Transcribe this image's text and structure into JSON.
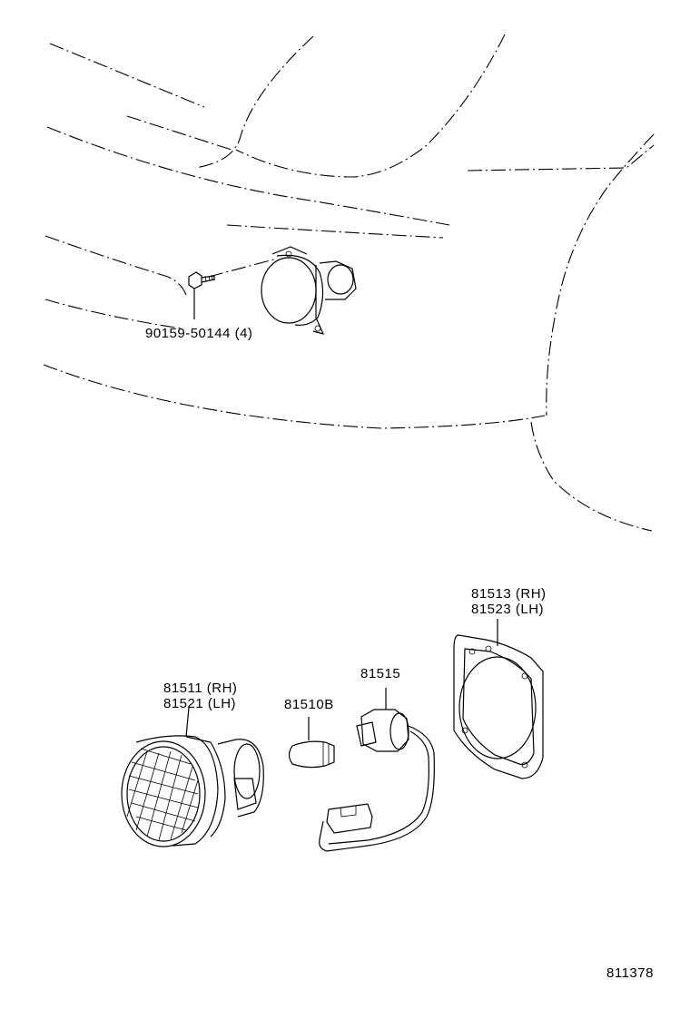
{
  "callouts": {
    "screw": "90159-50144 (4)",
    "housing_rh": "81511 (RH)",
    "housing_lh": "81521 (LH)",
    "bulb": "81510B",
    "socket": "81515",
    "bracket_rh": "81513 (RH)",
    "bracket_lh": "81523 (LH)"
  },
  "illustration_number": "811378"
}
